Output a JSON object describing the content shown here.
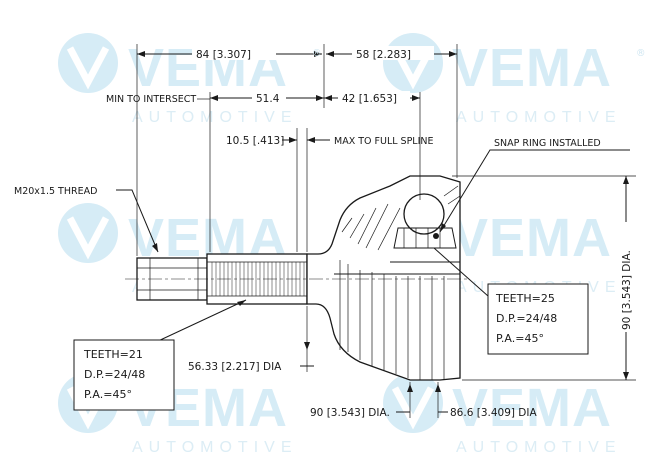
{
  "watermark": {
    "brand": "VEMA",
    "subtitle": "AUTOMOTIVE",
    "registered_mark": "®"
  },
  "dimensions": {
    "length_84": "84 [3.307]",
    "length_58": "58 [2.283]",
    "min_to_intersect_label": "MIN TO INTERSECT",
    "length_51_4": "51.4",
    "length_42": "42 [1.653]",
    "spline_10_5": "10.5 [.413]",
    "max_to_full_spline_label": "MAX TO FULL SPLINE",
    "thread_label": "M20x1.5 THREAD",
    "snap_ring_label": "SNAP RING INSTALLED",
    "dia_90_vertical": "90 [3.543] DIA.",
    "dia_56_33": "56.33 [2.217] DIA",
    "dia_90_bottom": "90 [3.543] DIA.",
    "dia_86_6": "86.6 [3.409] DIA"
  },
  "spec_boxes": {
    "outer": {
      "teeth": "TEETH=21",
      "dp": "D.P.=24/48",
      "pa": "P.A.=45°"
    },
    "inner": {
      "teeth": "TEETH=25",
      "dp": "D.P.=24/48",
      "pa": "P.A.=45°"
    }
  }
}
